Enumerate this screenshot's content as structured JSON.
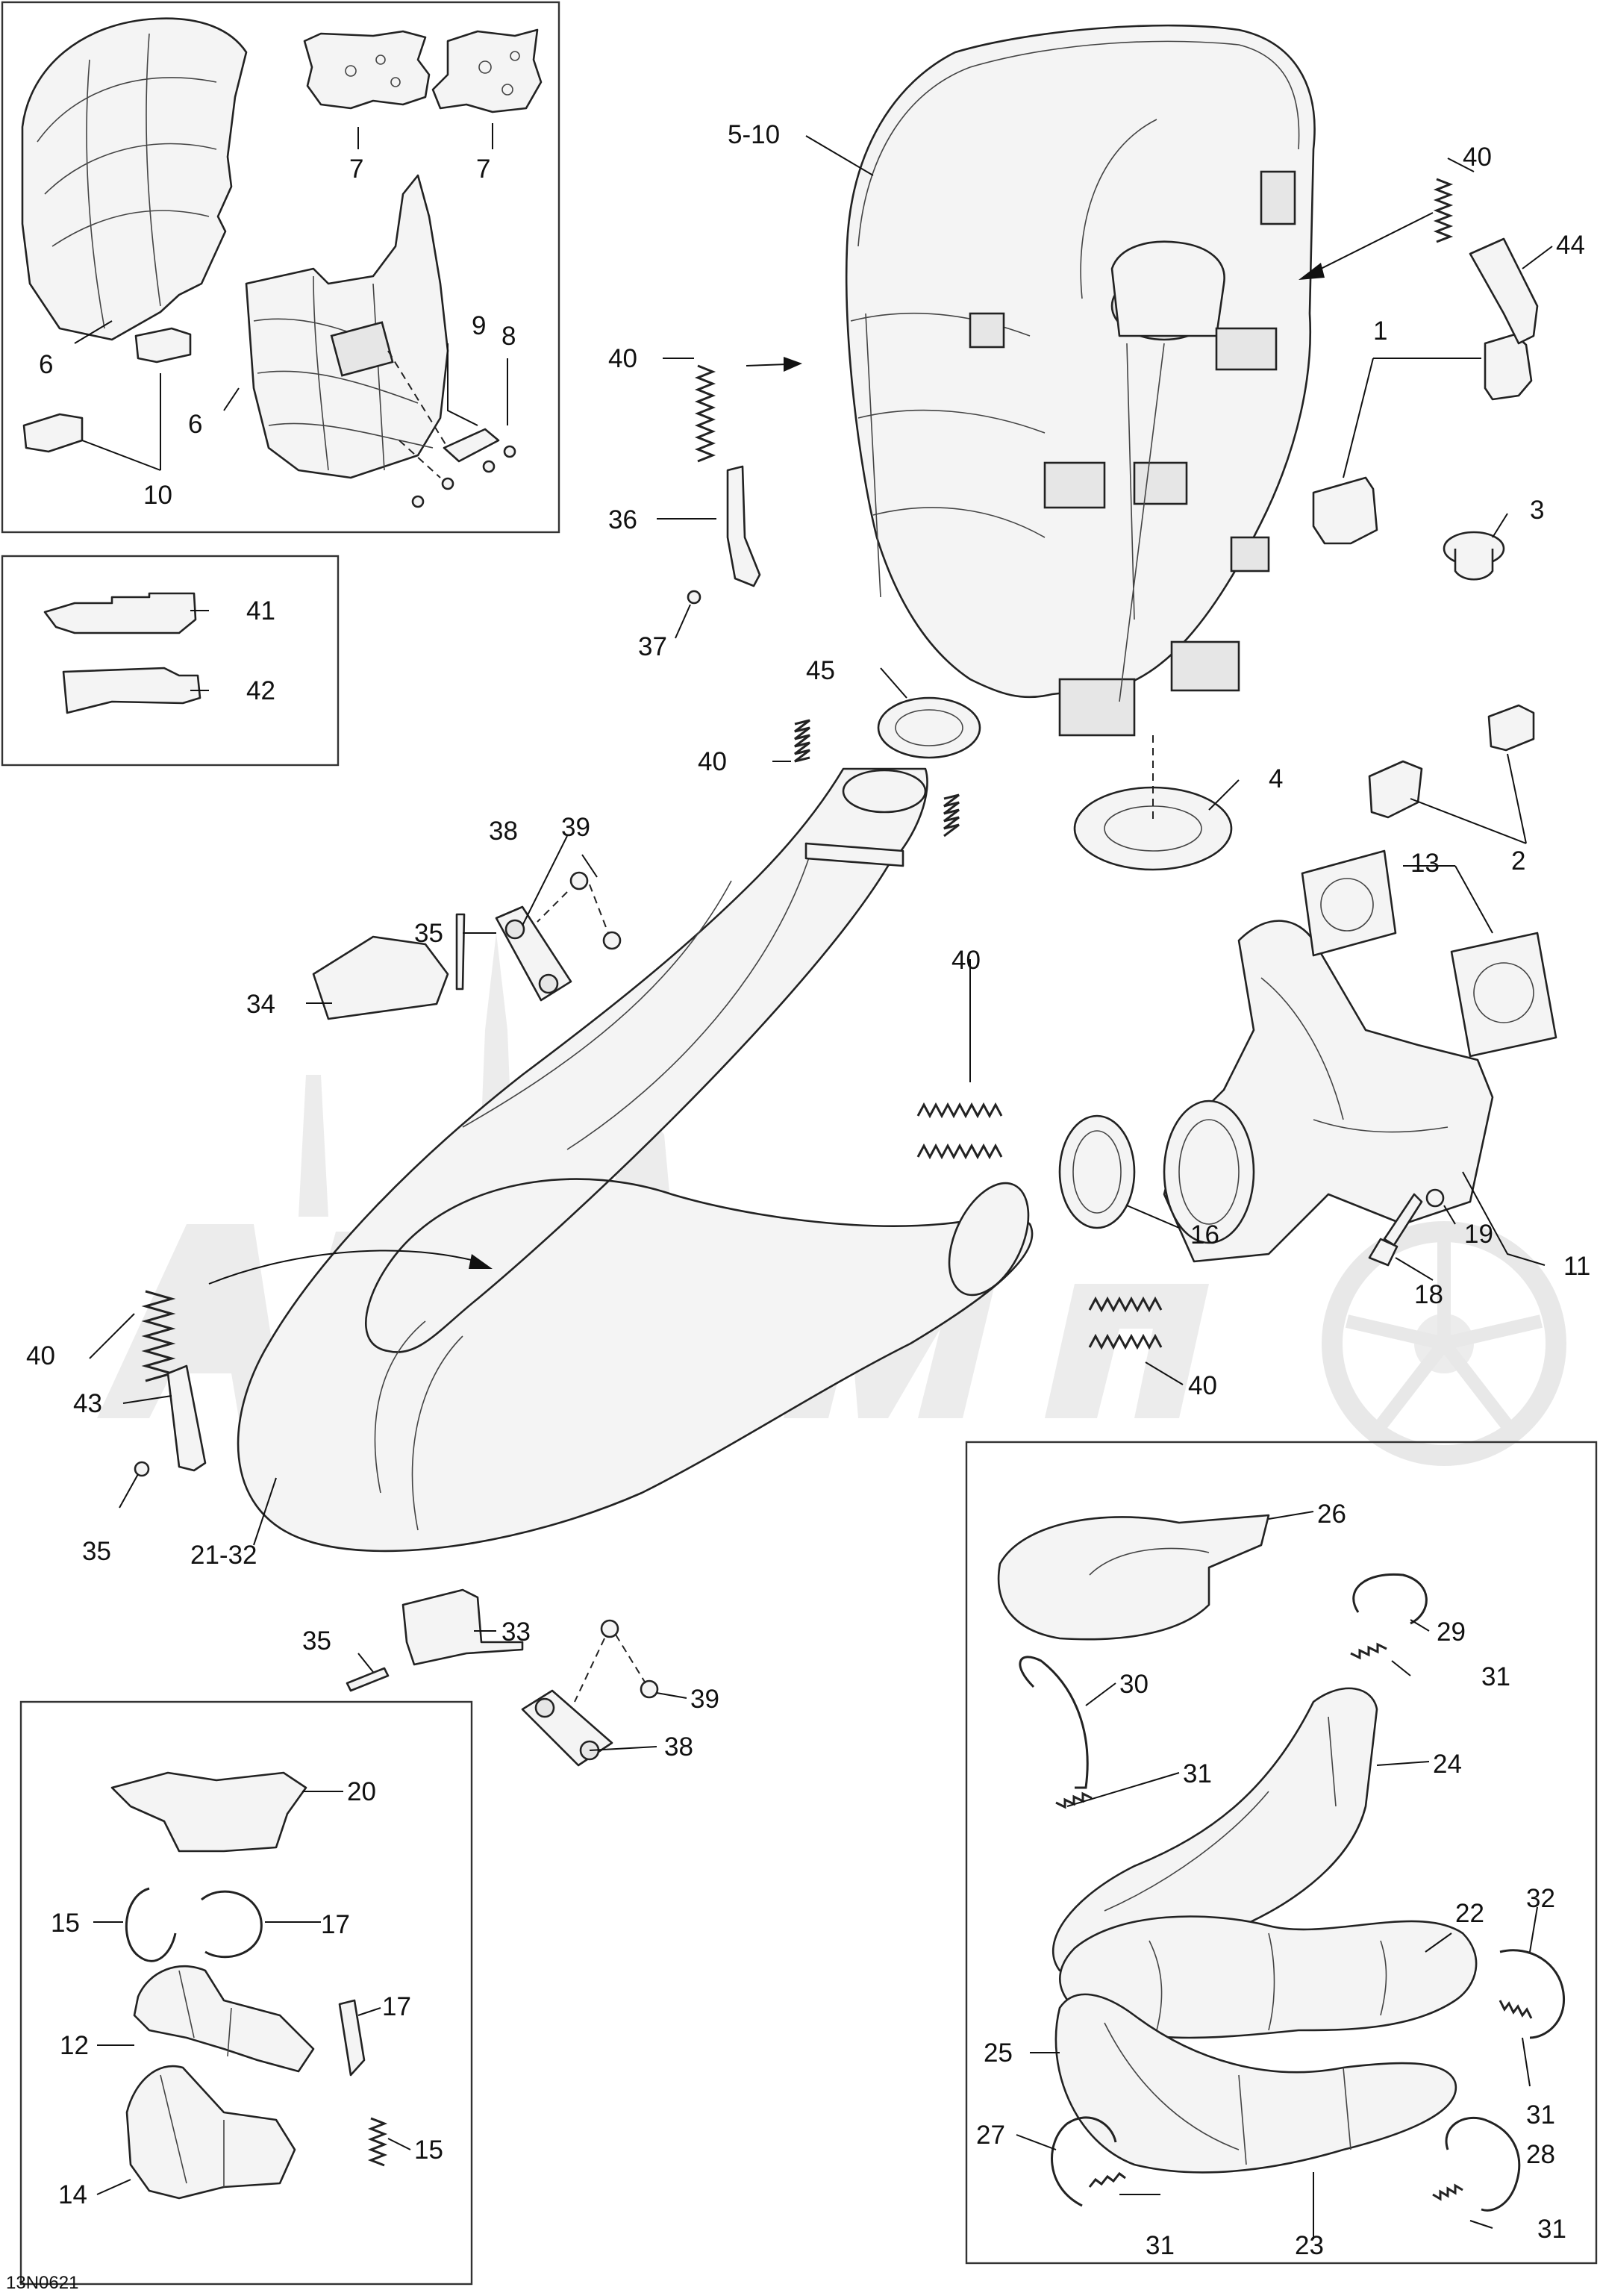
{
  "diagram_code": "13N0621",
  "callouts": [
    {
      "id": "c1",
      "text": "1"
    },
    {
      "id": "c2",
      "text": "2"
    },
    {
      "id": "c3",
      "text": "3"
    },
    {
      "id": "c4",
      "text": "4"
    },
    {
      "id": "c5",
      "text": "5-10"
    },
    {
      "id": "c6a",
      "text": "6"
    },
    {
      "id": "c6b",
      "text": "6"
    },
    {
      "id": "c7a",
      "text": "7"
    },
    {
      "id": "c7b",
      "text": "7"
    },
    {
      "id": "c8",
      "text": "8"
    },
    {
      "id": "c9",
      "text": "9"
    },
    {
      "id": "c10",
      "text": "10"
    },
    {
      "id": "c11",
      "text": "11"
    },
    {
      "id": "c12",
      "text": "12"
    },
    {
      "id": "c13",
      "text": "13"
    },
    {
      "id": "c14",
      "text": "14"
    },
    {
      "id": "c15a",
      "text": "15"
    },
    {
      "id": "c15b",
      "text": "15"
    },
    {
      "id": "c16",
      "text": "16"
    },
    {
      "id": "c17a",
      "text": "17"
    },
    {
      "id": "c17b",
      "text": "17"
    },
    {
      "id": "c18",
      "text": "18"
    },
    {
      "id": "c19",
      "text": "19"
    },
    {
      "id": "c20",
      "text": "20"
    },
    {
      "id": "c21",
      "text": "21-32"
    },
    {
      "id": "c22",
      "text": "22"
    },
    {
      "id": "c23",
      "text": "23"
    },
    {
      "id": "c24",
      "text": "24"
    },
    {
      "id": "c25",
      "text": "25"
    },
    {
      "id": "c26",
      "text": "26"
    },
    {
      "id": "c27",
      "text": "27"
    },
    {
      "id": "c28",
      "text": "28"
    },
    {
      "id": "c29",
      "text": "29"
    },
    {
      "id": "c30",
      "text": "30"
    },
    {
      "id": "c31a",
      "text": "31"
    },
    {
      "id": "c31b",
      "text": "31"
    },
    {
      "id": "c31c",
      "text": "31"
    },
    {
      "id": "c31d",
      "text": "31"
    },
    {
      "id": "c31e",
      "text": "31"
    },
    {
      "id": "c32",
      "text": "32"
    },
    {
      "id": "c33",
      "text": "33"
    },
    {
      "id": "c34",
      "text": "34"
    },
    {
      "id": "c35a",
      "text": "35"
    },
    {
      "id": "c35b",
      "text": "35"
    },
    {
      "id": "c35c",
      "text": "35"
    },
    {
      "id": "c36",
      "text": "36"
    },
    {
      "id": "c37",
      "text": "37"
    },
    {
      "id": "c38a",
      "text": "38"
    },
    {
      "id": "c38b",
      "text": "38"
    },
    {
      "id": "c39a",
      "text": "39"
    },
    {
      "id": "c39b",
      "text": "39"
    },
    {
      "id": "c40a",
      "text": "40"
    },
    {
      "id": "c40b",
      "text": "40"
    },
    {
      "id": "c40c",
      "text": "40"
    },
    {
      "id": "c40d",
      "text": "40"
    },
    {
      "id": "c40e",
      "text": "40"
    },
    {
      "id": "c40f",
      "text": "40"
    },
    {
      "id": "c41",
      "text": "41"
    },
    {
      "id": "c42",
      "text": "42"
    },
    {
      "id": "c43",
      "text": "43"
    },
    {
      "id": "c44",
      "text": "44"
    },
    {
      "id": "c45",
      "text": "45"
    }
  ]
}
